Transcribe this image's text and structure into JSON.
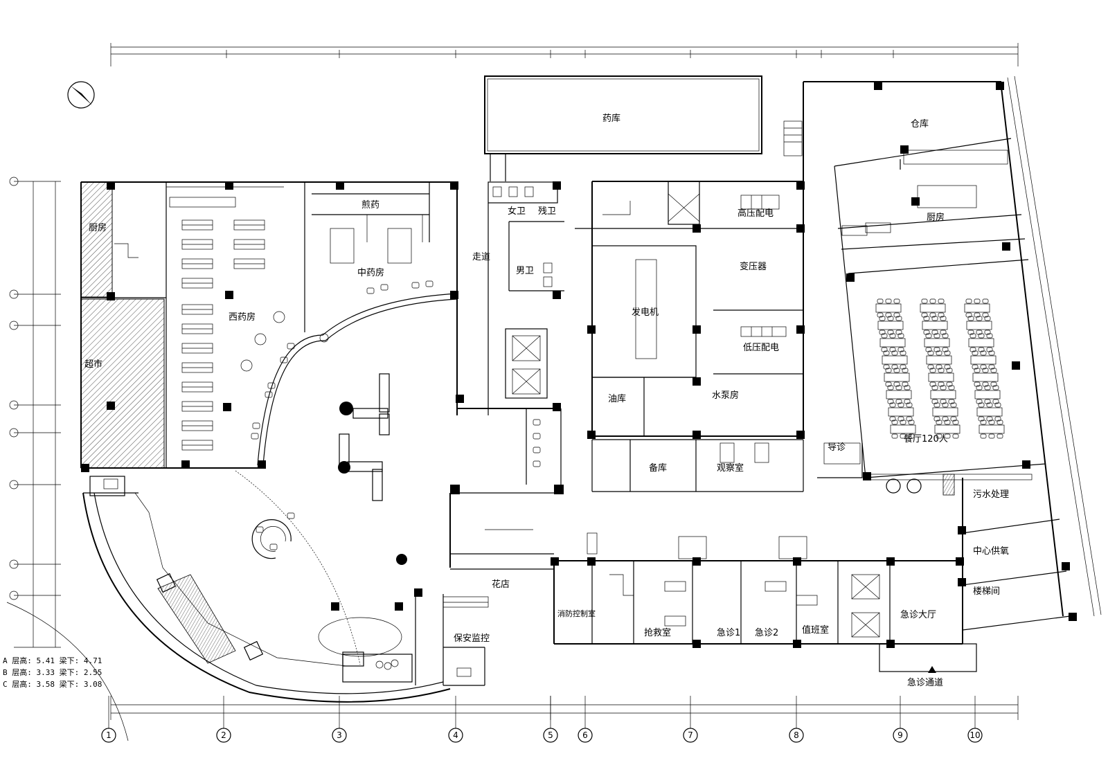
{
  "rooms": {
    "r01": "厨房",
    "r02": "超市",
    "r03": "西药房",
    "r04": "中药房",
    "r05": "煎药",
    "r06": "走道",
    "r07": "女卫",
    "r08": "残卫",
    "r09": "男卫",
    "r10": "发电机",
    "r11": "高压配电",
    "r12": "变压器",
    "r13": "低压配电",
    "r14": "油库",
    "r15": "水泵房",
    "r16": "仓库",
    "r17": "厨房",
    "r18": "餐厅120人",
    "r19": "导诊",
    "r20": "污水处理",
    "r21": "中心供氧",
    "r22": "楼梯间",
    "r23": "急诊大厅",
    "r24": "急诊通道",
    "r25": "值班室",
    "r26": "急诊2",
    "r27": "急诊1",
    "r28": "抢救室",
    "r29": "消防控制室",
    "r30": "保安监控",
    "r31": "花店",
    "r32": "备库",
    "r33": "观察室",
    "r34": "药库"
  },
  "axes": {
    "bottom": [
      "1",
      "2",
      "3",
      "4",
      "5",
      "6",
      "7",
      "8",
      "9",
      "10"
    ]
  },
  "legend": {
    "rowA": "A 层高: 5.41   梁下: 4.71",
    "rowB": "B 层高: 3.33   梁下: 2.55",
    "rowC": "C 层高: 3.58   梁下: 3.08"
  }
}
